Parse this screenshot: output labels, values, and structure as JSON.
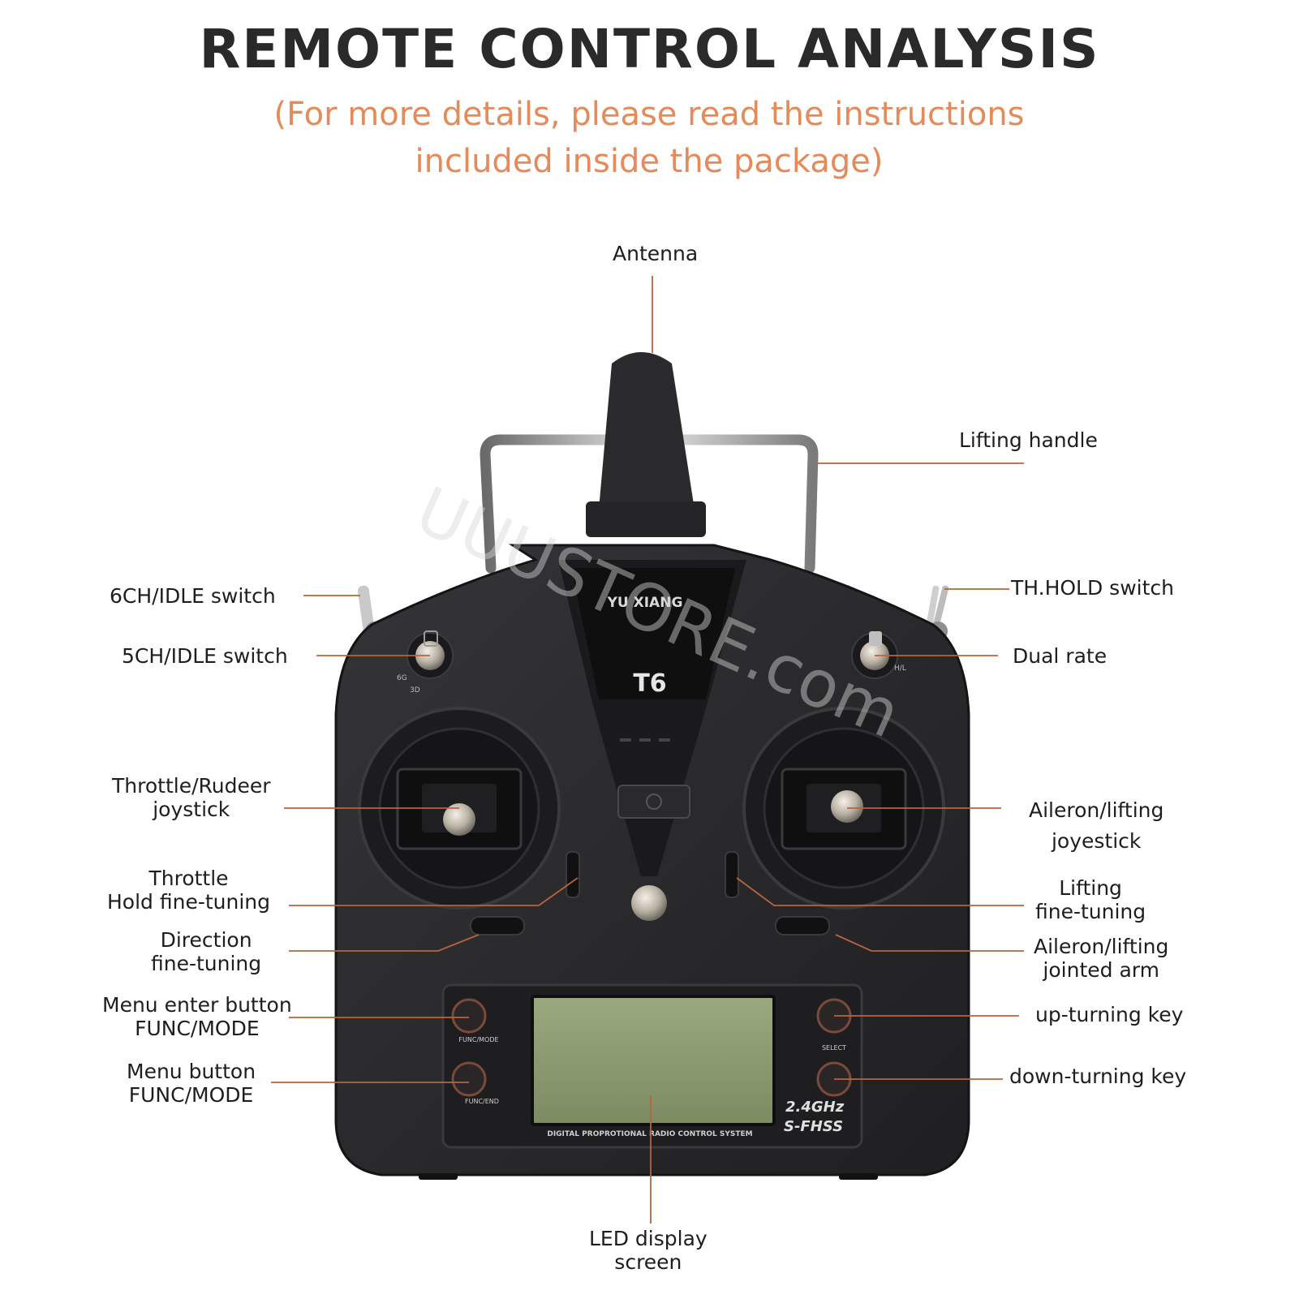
{
  "header": {
    "title": "REMOTE CONTROL ANALYSIS",
    "subtitle_line1": "(For more details, please read the instructions",
    "subtitle_line2": "included inside the package)"
  },
  "device": {
    "brand": "YU XIANG",
    "model": "T6",
    "panel_text": "DIGITAL PROPROTIONAL RADIO CONTROL SYSTEM",
    "band_text": "2.4GHz",
    "protocol_text": "S-FHSS",
    "func_mode_small": "FUNC/MODE",
    "func_end_small": "FUNC/END",
    "select_small": "SELECT",
    "switch_6g": "6G",
    "switch_3d": "3D",
    "switch_hl": "H/L",
    "watermark": "UUUSTORE.com"
  },
  "labels": {
    "antenna": "Antenna",
    "lifting_handle": "Lifting handle",
    "ch6_idle": "6CH/IDLE switch",
    "th_hold": "TH.HOLD switch",
    "ch5_idle": "5CH/IDLE switch",
    "dual_rate": "Dual rate",
    "throttle_line1": "Throttle/Rudeer",
    "throttle_line2": "joystick",
    "aileron_line1": "Aileron/lifting",
    "aileron_line2": "joyestick",
    "thold_ft_line1": "Throttle",
    "thold_ft_line2": "Hold fine-tuning",
    "lifting_ft_line1": "Lifting",
    "lifting_ft_line2": "fine-tuning",
    "direction_line1": "Direction",
    "direction_line2": "fine-tuning",
    "arm_line1": "Aileron/lifting",
    "arm_line2": "jointed arm",
    "enter_line1": "Menu enter button",
    "enter_line2": "FUNC/MODE",
    "up_key": "up-turning key",
    "menu_line1": "Menu button",
    "menu_line2": "FUNC/MODE",
    "down_key": "down-turning key",
    "led_line1": "LED display",
    "led_line2": "screen"
  },
  "colors": {
    "leader_line": "#b8653a",
    "body": "#2c2c2e",
    "body_dark": "#1c1c1e",
    "screen": "#8a9a6e",
    "accent_text": "#e58a5a"
  }
}
